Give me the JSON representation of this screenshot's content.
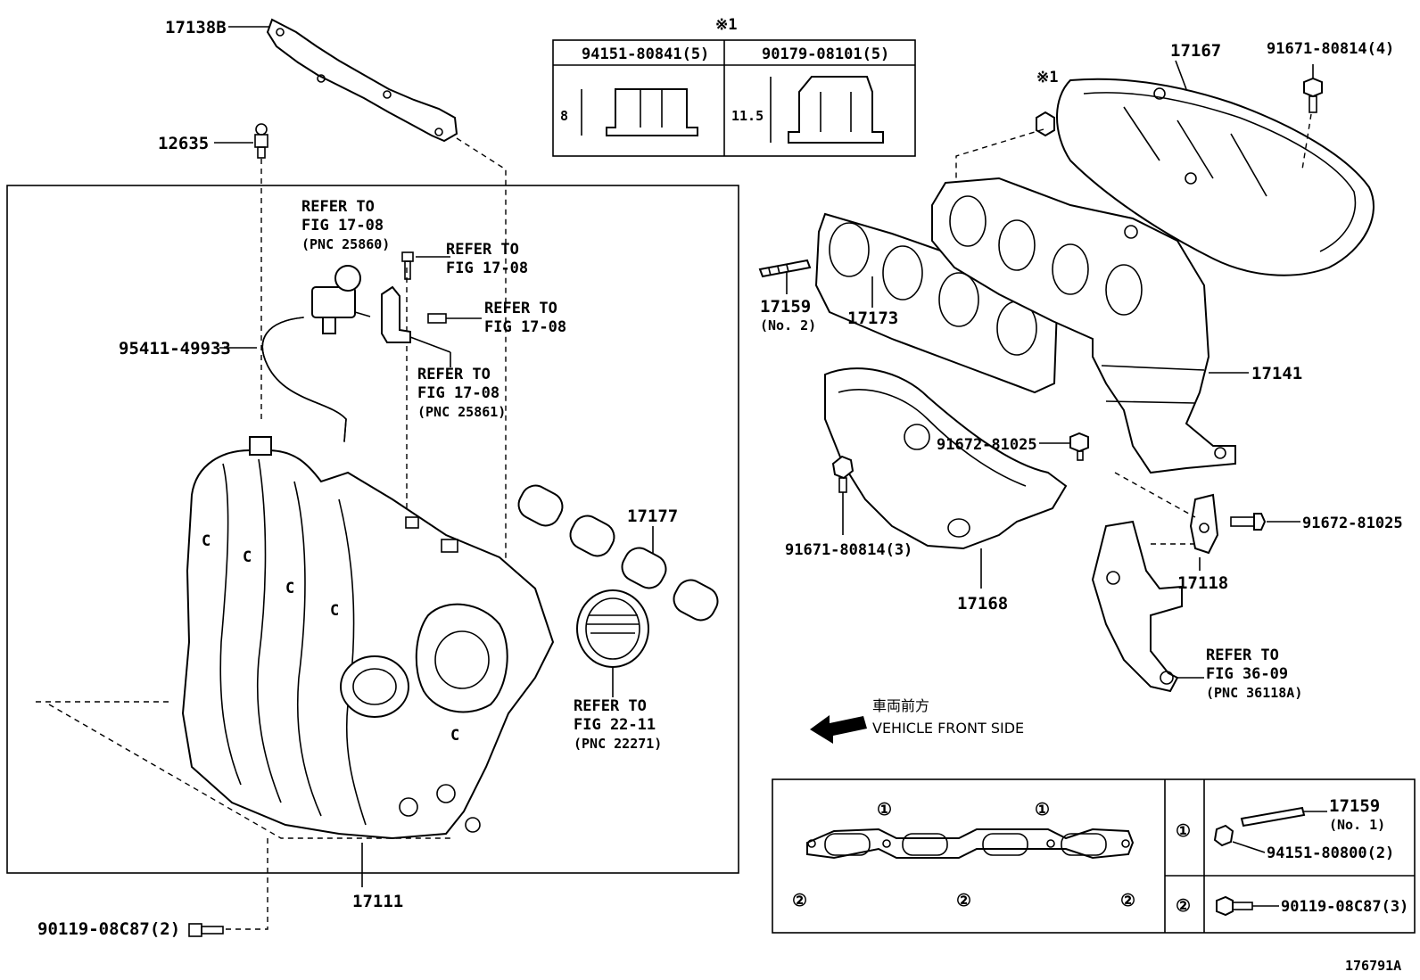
{
  "labels": {
    "p17138b": "17138B",
    "p12635": "12635",
    "p95411": "95411-49933",
    "p17111": "17111",
    "p90119_2": "90119-08C87(2)",
    "p17177": "17177",
    "p17167": "17167",
    "p91671_4": "91671-80814(4)",
    "p17159_2": "17159",
    "p17159_2_sub": "(No. 2)",
    "p17173": "17173",
    "p17141": "17141",
    "p91672_a": "91672-81025",
    "p91672_b": "91672-81025",
    "p91671_3": "91671-80814(3)",
    "p17168": "17168",
    "p17118": "17118",
    "ref_mark_1": "※1",
    "ref_mark_2": "※1",
    "drawing_id": "176791A"
  },
  "refer_notes": {
    "r1": [
      "REFER TO",
      "FIG 17-08",
      "(PNC 25860)"
    ],
    "r2": [
      "REFER TO",
      "FIG 17-08"
    ],
    "r3": [
      "REFER TO",
      "FIG 17-08"
    ],
    "r4": [
      "REFER TO",
      "FIG 17-08",
      "(PNC 25861)"
    ],
    "r5": [
      "REFER TO",
      "FIG 22-11",
      "(PNC 22271)"
    ],
    "r6": [
      "REFER TO",
      "FIG 36-09",
      "(PNC 36118A)"
    ]
  },
  "nut_table": {
    "col1_part": "94151-80841(5)",
    "col2_part": "90179-08101(5)",
    "col1_dim": "8",
    "col2_dim": "11.5"
  },
  "front_arrow": {
    "jp": "車両前方",
    "en": "VEHICLE FRONT SIDE"
  },
  "gasket_table": {
    "circle1": "①",
    "circle2": "②",
    "row1_part": "17159",
    "row1_sub": "(No. 1)",
    "row1_nut": "94151-80800(2)",
    "row2_part": "90119-08C87(3)"
  }
}
